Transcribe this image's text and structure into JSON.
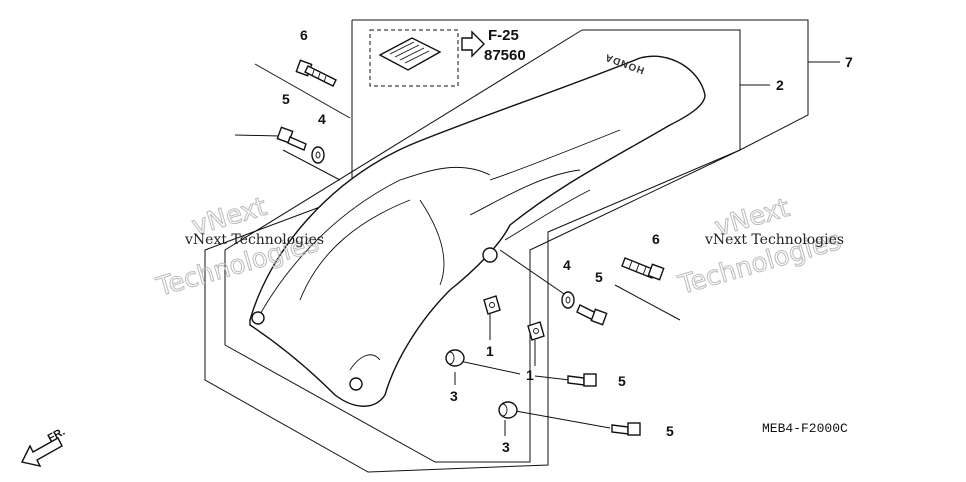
{
  "reference": {
    "section": "F-25",
    "page": "87560"
  },
  "diagram_code": "MEB4-F2000C",
  "direction_label": "FR.",
  "brand_mark": "HONDA",
  "watermark": {
    "line1": "vNext",
    "line2": "Technologies",
    "caption": "vNext Technologies"
  },
  "callouts": [
    "1",
    "2",
    "3",
    "4",
    "5",
    "6",
    "7"
  ]
}
